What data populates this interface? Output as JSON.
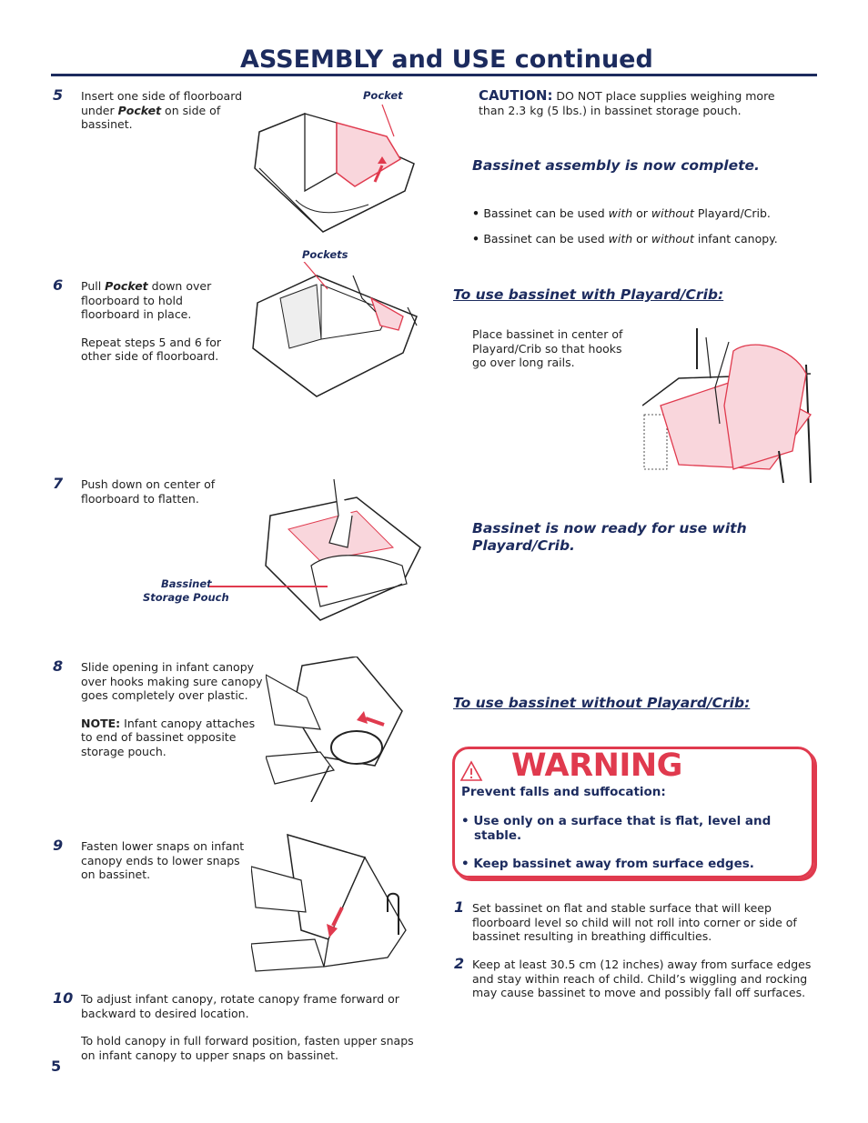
{
  "header": {
    "title": "ASSEMBLY and USE continued"
  },
  "page_number": "5",
  "steps": {
    "s5": {
      "num": "5",
      "line1": "Insert one side of floorboard",
      "pre": "under ",
      "em": "Pocket",
      "post": " on side of",
      "line3": "bassinet.",
      "callout": "Pocket"
    },
    "s6": {
      "num": "6",
      "pre": "Pull ",
      "em": "Pocket",
      "post": " down over",
      "line2": "floorboard to hold",
      "line3": "floorboard in place.",
      "repeat1": "Repeat steps 5 and 6 for",
      "repeat2": "other side of floorboard.",
      "callout": "Pockets"
    },
    "s7": {
      "num": "7",
      "line1": "Push down on center of",
      "line2": "floorboard to flatten.",
      "callout1": "Bassinet",
      "callout2": "Storage Pouch"
    },
    "s8": {
      "num": "8",
      "line1": "Slide opening in infant canopy",
      "line2": "over hooks making sure canopy",
      "line3": "goes completely over plastic.",
      "note_label": "NOTE:",
      "note1": " Infant canopy attaches",
      "note2": "to end of bassinet opposite",
      "note3": "storage pouch."
    },
    "s9": {
      "num": "9",
      "line1": "Fasten lower snaps on infant",
      "line2": "canopy ends to lower snaps",
      "line3": "on bassinet."
    },
    "s10": {
      "num": "10",
      "line1": "To adjust infant canopy, rotate canopy frame forward or",
      "line2": "backward to desired location.",
      "line3": "To hold canopy in full forward position, fasten upper snaps",
      "line4": "on infant canopy to upper snaps on bassinet."
    }
  },
  "right": {
    "caution_label": "CAUTION:",
    "caution1": " DO NOT place supplies weighing more",
    "caution2": "than 2.3 kg (5 lbs.) in bassinet storage pouch.",
    "complete": "Bassinet assembly is now complete.",
    "b1_pre": "Bassinet can be used ",
    "b1_with": "with",
    "b1_or": " or ",
    "b1_without": "without",
    "b1_post": " Playard/Crib.",
    "b2_pre": "Bassinet can be used ",
    "b2_with": "with",
    "b2_or": " or ",
    "b2_without": "without",
    "b2_post": " infant canopy.",
    "use_with_heading": "To use bassinet with Playard/Crib:",
    "place1": "Place bassinet in center of",
    "place2": "Playard/Crib so that hooks",
    "place3": "go over long rails.",
    "ready1": "Bassinet is now ready for use with",
    "ready2": "Playard/Crib.",
    "use_without_heading": "To use bassinet without Playard/Crib:"
  },
  "warning": {
    "title": "WARNING",
    "prevent": "Prevent falls and suffocation:",
    "item1a": "• Use only on a surface that is flat, level and",
    "item1b": "stable.",
    "item2": "• Keep bassinet away from surface edges."
  },
  "without_steps": {
    "n1": "1",
    "t1a": "Set bassinet on flat and stable surface that will keep",
    "t1b": "floorboard level so child will not roll into corner or side of",
    "t1c": "bassinet resulting in breathing difficulties.",
    "n2": "2",
    "t2a": "Keep at least 30.5 cm (12 inches) away from surface edges",
    "t2b": "and stay within reach of child.  Child’s wiggling and rocking",
    "t2c": "may cause bassinet to move and possibly fall off surfaces."
  },
  "colors": {
    "navy": "#1c2b5e",
    "red": "#e03a4e",
    "pink_fill": "#f9d6dc"
  },
  "icons": {
    "warning": "warning-triangle-icon"
  }
}
